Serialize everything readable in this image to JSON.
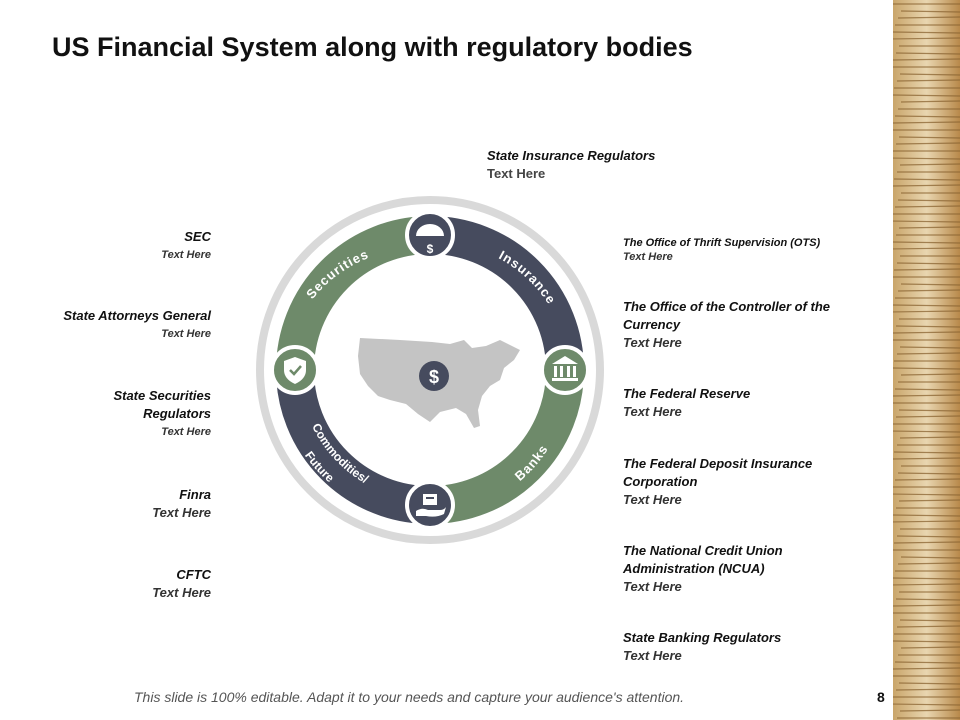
{
  "title": "US Financial System along with regulatory bodies",
  "colors": {
    "green": "#6e8a6a",
    "navy": "#464b5e",
    "ring": "#d9d9d9",
    "map": "#c4c4c4"
  },
  "cycle": {
    "segments": [
      "Securities",
      "Insurance",
      "Banks",
      "Commodities/",
      "Future"
    ],
    "icons": [
      "umbrella-dollar-icon",
      "bank-icon",
      "hand-box-icon",
      "shield-check-icon",
      "us-map-dollar-icon"
    ],
    "center_symbol": "$"
  },
  "left_labels": [
    {
      "heading": "SEC",
      "sub": "Text Here"
    },
    {
      "heading": "State Attorneys General",
      "sub": "Text Here"
    },
    {
      "heading": "State Securities",
      "heading2": "Regulators",
      "sub": "Text Here"
    },
    {
      "heading": "Finra",
      "sub": "Text Here"
    },
    {
      "heading": "CFTC",
      "sub": "Text Here"
    }
  ],
  "top_label": {
    "heading": "State Insurance Regulators",
    "sub": "Text Here"
  },
  "right_labels": [
    {
      "heading": "The Office of Thrift Supervision (OTS)",
      "sub": "Text Here"
    },
    {
      "heading": "The Office of the Controller of the",
      "heading2": "Currency",
      "sub": "Text Here"
    },
    {
      "heading": "The Federal Reserve",
      "sub": "Text Here"
    },
    {
      "heading": "The Federal Deposit Insurance",
      "heading2": "Corporation",
      "sub": "Text Here"
    },
    {
      "heading": "The National Credit Union",
      "heading2": "Administration (NCUA)",
      "sub": "Text Here"
    },
    {
      "heading": "State Banking Regulators",
      "sub": "Text Here"
    }
  ],
  "footer": "This slide is 100% editable. Adapt it to your needs and capture your audience's attention.",
  "page_number": "8"
}
